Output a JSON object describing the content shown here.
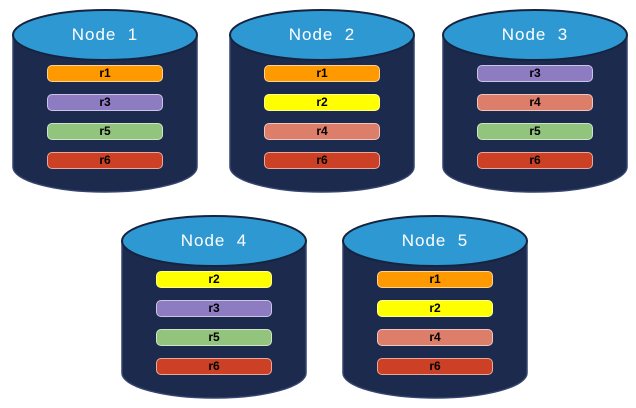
{
  "diagram": {
    "description_colors": {
      "cylinder_body": "#1C2A4E",
      "cylinder_body_outline": "#35446E",
      "cylinder_top": "#2E98D3",
      "cylinder_top_outline": "#15233F",
      "node_label_text": "#FFFFFF",
      "bar_label_text": "#000000"
    },
    "replica_colors": {
      "r1": "#FF9900",
      "r2": "#FFFF00",
      "r3": "#8E7CC3",
      "r4": "#DD7E6B",
      "r5": "#93C47D",
      "r6": "#CC4125"
    },
    "nodes": [
      {
        "label": "Node  1",
        "bars": [
          "r1",
          "r3",
          "r5",
          "r6"
        ]
      },
      {
        "label": "Node  2",
        "bars": [
          "r1",
          "r2",
          "r4",
          "r6"
        ]
      },
      {
        "label": "Node  3",
        "bars": [
          "r3",
          "r4",
          "r5",
          "r6"
        ]
      },
      {
        "label": "Node  4",
        "bars": [
          "r2",
          "r3",
          "r5",
          "r6"
        ]
      },
      {
        "label": "Node  5",
        "bars": [
          "r1",
          "r2",
          "r4",
          "r6"
        ]
      }
    ]
  }
}
